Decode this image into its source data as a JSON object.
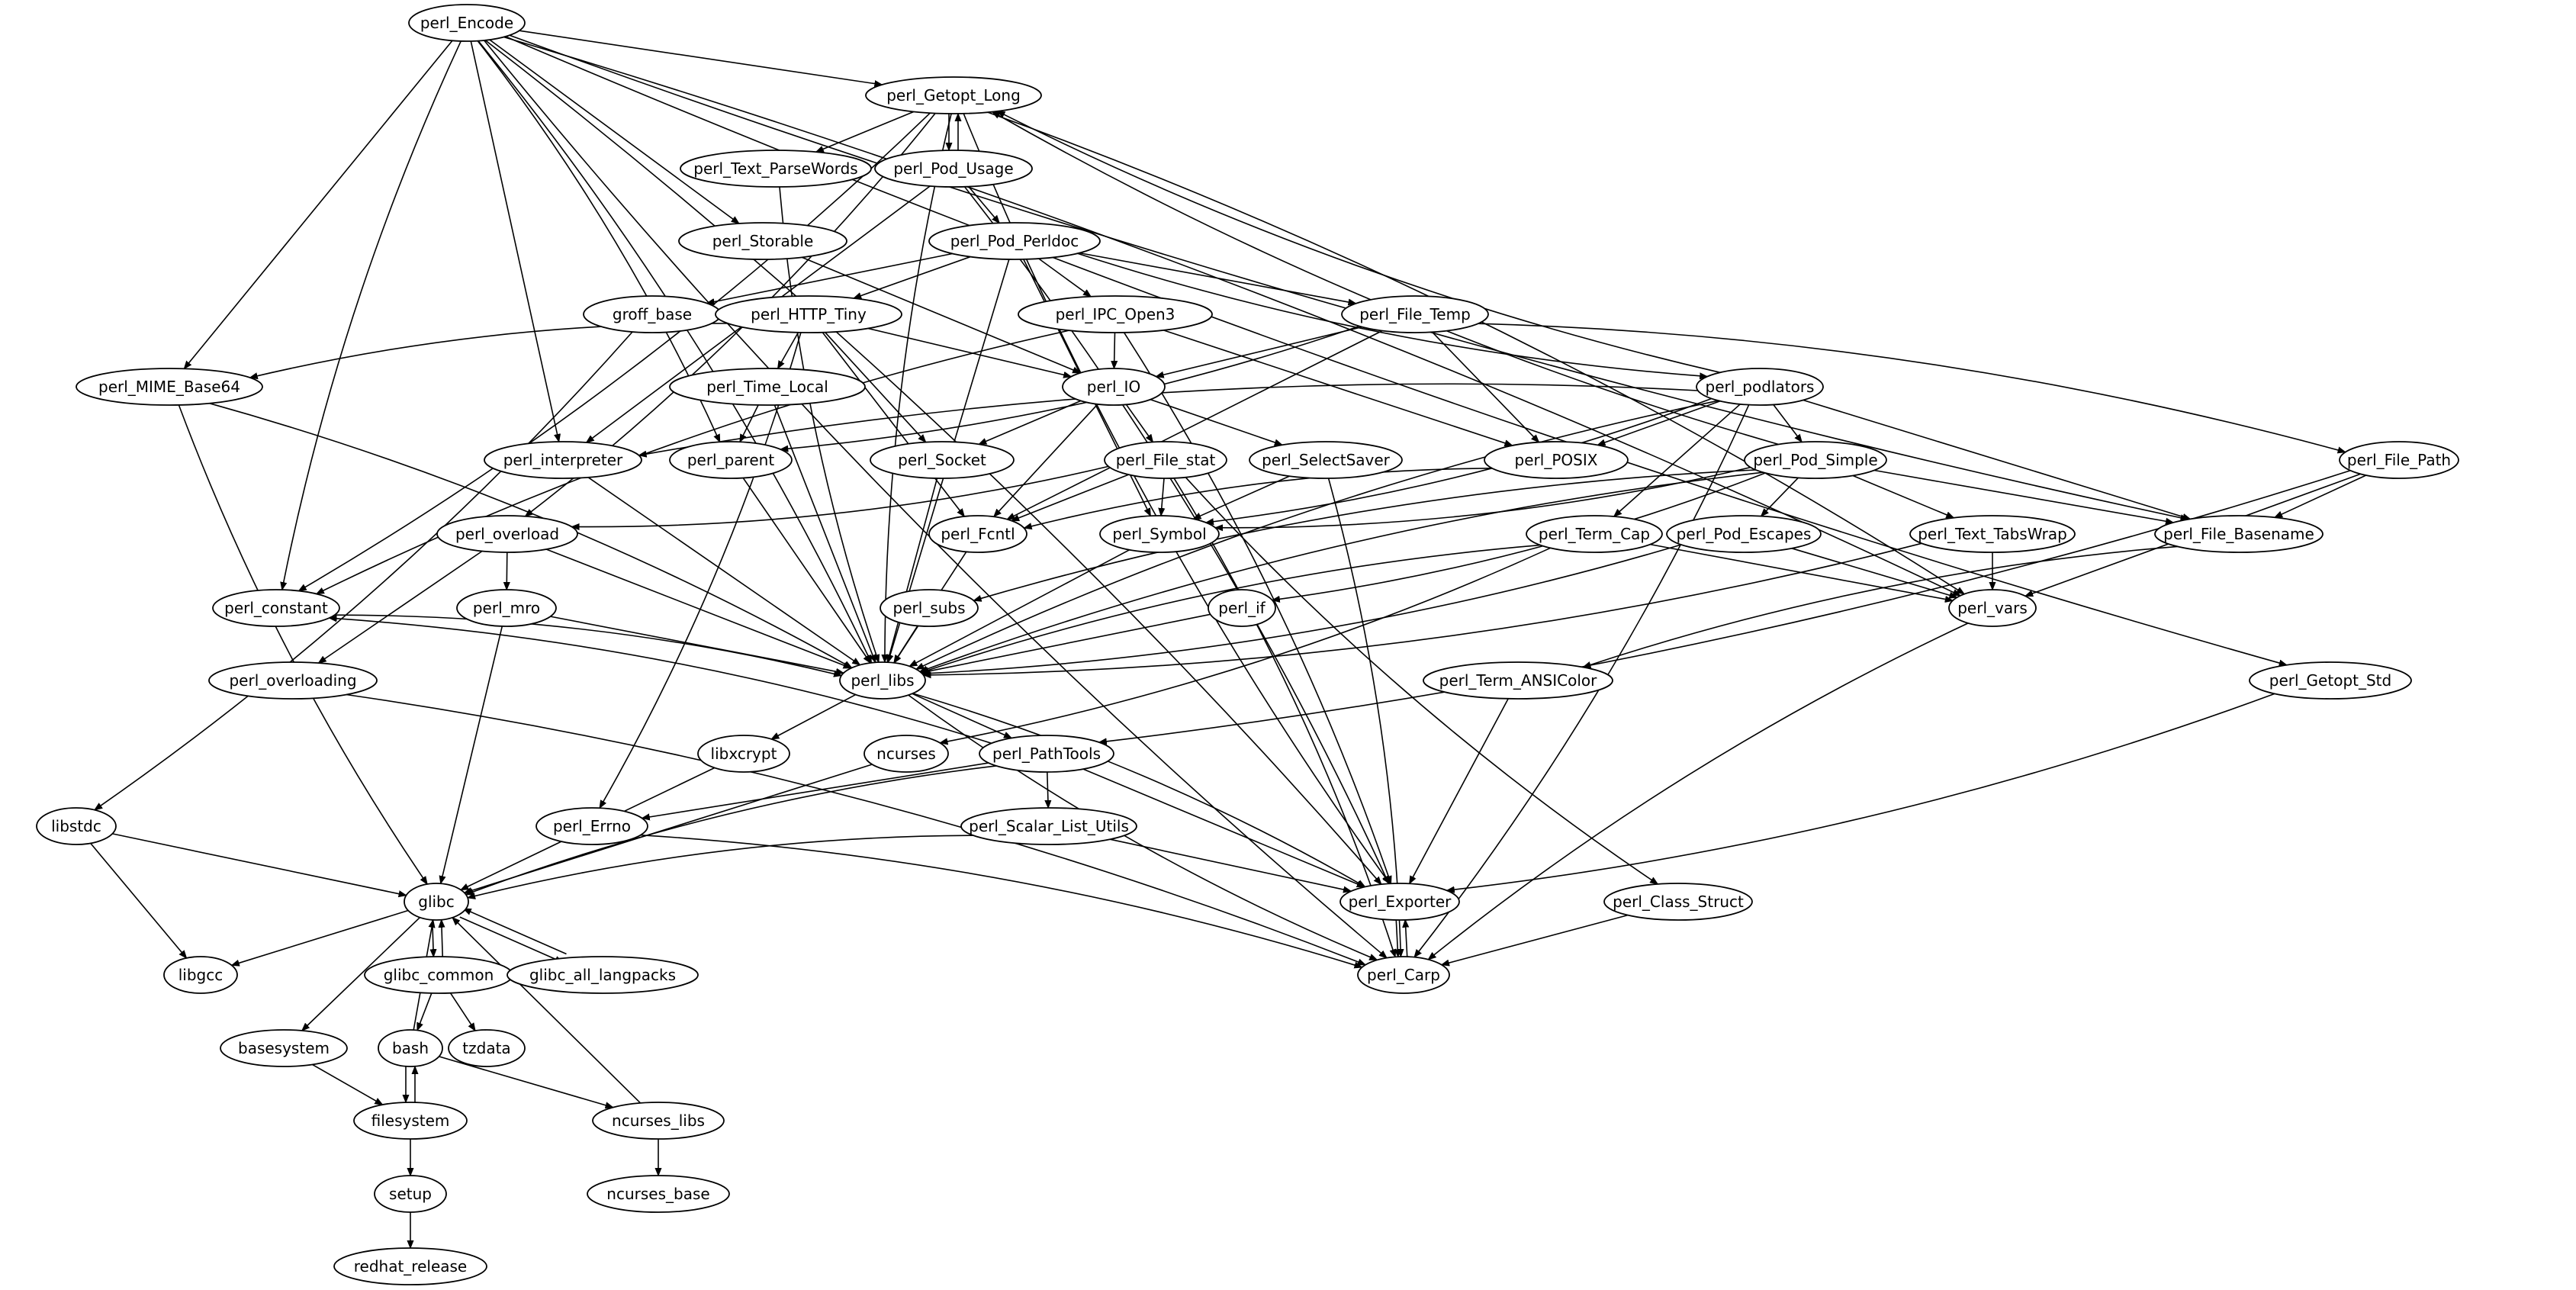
{
  "graph": {
    "type": "directed-dependency-graph",
    "colors": {
      "stroke": "#000000",
      "fill": "#ffffff",
      "text": "#000000"
    },
    "nodes": [
      "perl_Encode",
      "perl_Getopt_Long",
      "perl_Text_ParseWords",
      "perl_Pod_Usage",
      "perl_Storable",
      "perl_Pod_Perldoc",
      "groff_base",
      "perl_HTTP_Tiny",
      "perl_IPC_Open3",
      "perl_File_Temp",
      "perl_MIME_Base64",
      "perl_Time_Local",
      "perl_IO",
      "perl_podlators",
      "perl_interpreter",
      "perl_parent",
      "perl_Socket",
      "perl_File_stat",
      "perl_SelectSaver",
      "perl_POSIX",
      "perl_Pod_Simple",
      "perl_File_Path",
      "perl_overload",
      "perl_Fcntl",
      "perl_Symbol",
      "perl_Term_Cap",
      "perl_Pod_Escapes",
      "perl_Text_TabsWrap",
      "perl_File_Basename",
      "perl_constant",
      "perl_mro",
      "perl_subs",
      "perl_if",
      "perl_vars",
      "perl_libs",
      "perl_overloading",
      "perl_Term_ANSIColor",
      "perl_Getopt_Std",
      "libxcrypt",
      "ncurses",
      "perl_PathTools",
      "libstdc",
      "perl_Errno",
      "perl_Scalar_List_Utils",
      "glibc",
      "perl_Exporter",
      "perl_Class_Struct",
      "libgcc",
      "glibc_common",
      "glibc_all_langpacks",
      "perl_Carp",
      "basesystem",
      "bash",
      "tzdata",
      "filesystem",
      "ncurses_libs",
      "setup",
      "ncurses_base",
      "redhat_release"
    ],
    "edges": [
      [
        "perl_Encode",
        "perl_Getopt_Long"
      ],
      [
        "perl_Encode",
        "perl_Storable"
      ],
      [
        "perl_Encode",
        "perl_MIME_Base64"
      ],
      [
        "perl_Encode",
        "perl_interpreter"
      ],
      [
        "perl_Encode",
        "perl_parent"
      ],
      [
        "perl_Encode",
        "perl_constant"
      ],
      [
        "perl_Encode",
        "perl_libs"
      ],
      [
        "perl_Encode",
        "perl_File_Basename"
      ],
      [
        "perl_Encode",
        "perl_vars"
      ],
      [
        "perl_Encode",
        "perl_Getopt_Std"
      ],
      [
        "perl_Encode",
        "perl_Exporter"
      ],
      [
        "perl_Encode",
        "perl_Carp"
      ],
      [
        "perl_Getopt_Long",
        "perl_Text_ParseWords"
      ],
      [
        "perl_Getopt_Long",
        "perl_Pod_Usage"
      ],
      [
        "perl_Getopt_Long",
        "perl_overload"
      ],
      [
        "perl_Getopt_Long",
        "perl_libs"
      ],
      [
        "perl_Getopt_Long",
        "perl_vars"
      ],
      [
        "perl_Getopt_Long",
        "perl_Exporter"
      ],
      [
        "perl_Getopt_Long",
        "perl_constant"
      ],
      [
        "perl_Pod_Usage",
        "perl_Getopt_Long"
      ],
      [
        "perl_Pod_Usage",
        "perl_Pod_Perldoc"
      ],
      [
        "perl_Pod_Usage",
        "perl_interpreter"
      ],
      [
        "perl_Pod_Usage",
        "perl_Exporter"
      ],
      [
        "perl_Text_ParseWords",
        "perl_libs"
      ],
      [
        "perl_Storable",
        "perl_IO"
      ],
      [
        "perl_Pod_Perldoc",
        "groff_base"
      ],
      [
        "perl_Pod_Perldoc",
        "perl_HTTP_Tiny"
      ],
      [
        "perl_Pod_Perldoc",
        "perl_IPC_Open3"
      ],
      [
        "perl_Pod_Perldoc",
        "perl_File_Temp"
      ],
      [
        "perl_Pod_Perldoc",
        "perl_podlators"
      ],
      [
        "perl_Pod_Perldoc",
        "perl_libs"
      ],
      [
        "perl_Pod_Perldoc",
        "perl_Symbol"
      ],
      [
        "groff_base",
        "libstdc"
      ],
      [
        "perl_HTTP_Tiny",
        "perl_MIME_Base64"
      ],
      [
        "perl_HTTP_Tiny",
        "perl_Time_Local"
      ],
      [
        "perl_HTTP_Tiny",
        "perl_IO"
      ],
      [
        "perl_HTTP_Tiny",
        "perl_Socket"
      ],
      [
        "perl_HTTP_Tiny",
        "perl_Fcntl"
      ],
      [
        "perl_HTTP_Tiny",
        "perl_Errno"
      ],
      [
        "perl_IPC_Open3",
        "perl_IO"
      ],
      [
        "perl_IPC_Open3",
        "perl_POSIX"
      ],
      [
        "perl_IPC_Open3",
        "perl_constant"
      ],
      [
        "perl_IPC_Open3",
        "perl_Exporter"
      ],
      [
        "perl_File_Temp",
        "perl_IO"
      ],
      [
        "perl_File_Temp",
        "perl_parent"
      ],
      [
        "perl_File_Temp",
        "perl_POSIX"
      ],
      [
        "perl_File_Temp",
        "perl_File_Path"
      ],
      [
        "perl_File_Temp",
        "perl_Fcntl"
      ],
      [
        "perl_MIME_Base64",
        "perl_libs"
      ],
      [
        "perl_MIME_Base64",
        "glibc"
      ],
      [
        "perl_Time_Local",
        "perl_parent"
      ],
      [
        "perl_Time_Local",
        "perl_libs"
      ],
      [
        "perl_IO",
        "perl_Socket"
      ],
      [
        "perl_IO",
        "perl_File_stat"
      ],
      [
        "perl_IO",
        "perl_SelectSaver"
      ],
      [
        "perl_IO",
        "perl_Fcntl"
      ],
      [
        "perl_podlators",
        "perl_Getopt_Long"
      ],
      [
        "perl_podlators",
        "perl_interpreter"
      ],
      [
        "perl_podlators",
        "perl_POSIX"
      ],
      [
        "perl_podlators",
        "perl_Pod_Simple"
      ],
      [
        "perl_podlators",
        "perl_File_Basename"
      ],
      [
        "perl_podlators",
        "perl_Term_Cap"
      ],
      [
        "perl_podlators",
        "perl_Symbol"
      ],
      [
        "perl_podlators",
        "perl_libs"
      ],
      [
        "perl_podlators",
        "perl_Carp"
      ],
      [
        "perl_interpreter",
        "perl_libs"
      ],
      [
        "perl_parent",
        "perl_libs"
      ],
      [
        "perl_Socket",
        "perl_libs"
      ],
      [
        "perl_File_stat",
        "perl_Fcntl"
      ],
      [
        "perl_File_stat",
        "perl_Symbol"
      ],
      [
        "perl_File_stat",
        "perl_overload"
      ],
      [
        "perl_File_stat",
        "perl_Class_Struct"
      ],
      [
        "perl_File_stat",
        "perl_Carp"
      ],
      [
        "perl_SelectSaver",
        "perl_Symbol"
      ],
      [
        "perl_SelectSaver",
        "perl_Carp"
      ],
      [
        "perl_POSIX",
        "perl_Fcntl"
      ],
      [
        "perl_Pod_Simple",
        "perl_Getopt_Long"
      ],
      [
        "perl_Pod_Simple",
        "perl_Pod_Escapes"
      ],
      [
        "perl_Pod_Simple",
        "perl_Text_TabsWrap"
      ],
      [
        "perl_Pod_Simple",
        "perl_File_Basename"
      ],
      [
        "perl_Pod_Simple",
        "perl_Symbol"
      ],
      [
        "perl_Pod_Simple",
        "perl_subs"
      ],
      [
        "perl_Pod_Simple",
        "perl_if"
      ],
      [
        "perl_Pod_Simple",
        "perl_libs"
      ],
      [
        "perl_File_Path",
        "perl_File_Basename"
      ],
      [
        "perl_File_Path",
        "perl_vars"
      ],
      [
        "perl_File_Path",
        "perl_PathTools"
      ],
      [
        "perl_overload",
        "perl_mro"
      ],
      [
        "perl_overload",
        "perl_overloading"
      ],
      [
        "perl_overload",
        "perl_libs"
      ],
      [
        "perl_Fcntl",
        "perl_libs"
      ],
      [
        "perl_Symbol",
        "perl_libs"
      ],
      [
        "perl_Term_Cap",
        "perl_vars"
      ],
      [
        "perl_Term_Cap",
        "perl_libs"
      ],
      [
        "perl_Term_Cap",
        "ncurses"
      ],
      [
        "perl_Pod_Escapes",
        "perl_vars"
      ],
      [
        "perl_Pod_Escapes",
        "perl_libs"
      ],
      [
        "perl_Text_TabsWrap",
        "perl_vars"
      ],
      [
        "perl_Text_TabsWrap",
        "perl_libs"
      ],
      [
        "perl_File_Basename",
        "perl_Term_ANSIColor"
      ],
      [
        "perl_constant",
        "perl_libs"
      ],
      [
        "perl_mro",
        "perl_libs"
      ],
      [
        "perl_mro",
        "glibc"
      ],
      [
        "perl_subs",
        "perl_libs"
      ],
      [
        "perl_if",
        "perl_libs"
      ],
      [
        "perl_vars",
        "perl_Carp"
      ],
      [
        "perl_libs",
        "libxcrypt"
      ],
      [
        "perl_libs",
        "perl_PathTools"
      ],
      [
        "perl_libs",
        "perl_Exporter"
      ],
      [
        "perl_libs",
        "perl_Carp"
      ],
      [
        "perl_overloading",
        "perl_Carp"
      ],
      [
        "perl_Term_ANSIColor",
        "perl_Exporter"
      ],
      [
        "perl_Getopt_Std",
        "perl_Exporter"
      ],
      [
        "libxcrypt",
        "glibc"
      ],
      [
        "ncurses",
        "glibc"
      ],
      [
        "perl_PathTools",
        "perl_constant"
      ],
      [
        "perl_PathTools",
        "perl_Errno"
      ],
      [
        "perl_PathTools",
        "perl_Scalar_List_Utils"
      ],
      [
        "perl_PathTools",
        "perl_Exporter"
      ],
      [
        "perl_PathTools",
        "glibc"
      ],
      [
        "libstdc",
        "glibc"
      ],
      [
        "libstdc",
        "libgcc"
      ],
      [
        "perl_Errno",
        "perl_Carp"
      ],
      [
        "perl_Scalar_List_Utils",
        "glibc"
      ],
      [
        "perl_Scalar_List_Utils",
        "perl_Exporter"
      ],
      [
        "glibc",
        "libgcc"
      ],
      [
        "glibc",
        "glibc_common"
      ],
      [
        "glibc",
        "glibc_all_langpacks"
      ],
      [
        "glibc",
        "basesystem"
      ],
      [
        "glibc_common",
        "glibc"
      ],
      [
        "glibc_common",
        "bash"
      ],
      [
        "glibc_common",
        "tzdata"
      ],
      [
        "glibc_all_langpacks",
        "glibc"
      ],
      [
        "perl_Exporter",
        "perl_Carp"
      ],
      [
        "perl_Carp",
        "perl_Exporter"
      ],
      [
        "perl_Class_Struct",
        "perl_Carp"
      ],
      [
        "basesystem",
        "filesystem"
      ],
      [
        "bash",
        "glibc"
      ],
      [
        "bash",
        "filesystem"
      ],
      [
        "bash",
        "ncurses_libs"
      ],
      [
        "filesystem",
        "bash"
      ],
      [
        "filesystem",
        "setup"
      ],
      [
        "ncurses_libs",
        "glibc"
      ],
      [
        "ncurses_libs",
        "ncurses_base"
      ],
      [
        "setup",
        "redhat_release"
      ]
    ]
  }
}
